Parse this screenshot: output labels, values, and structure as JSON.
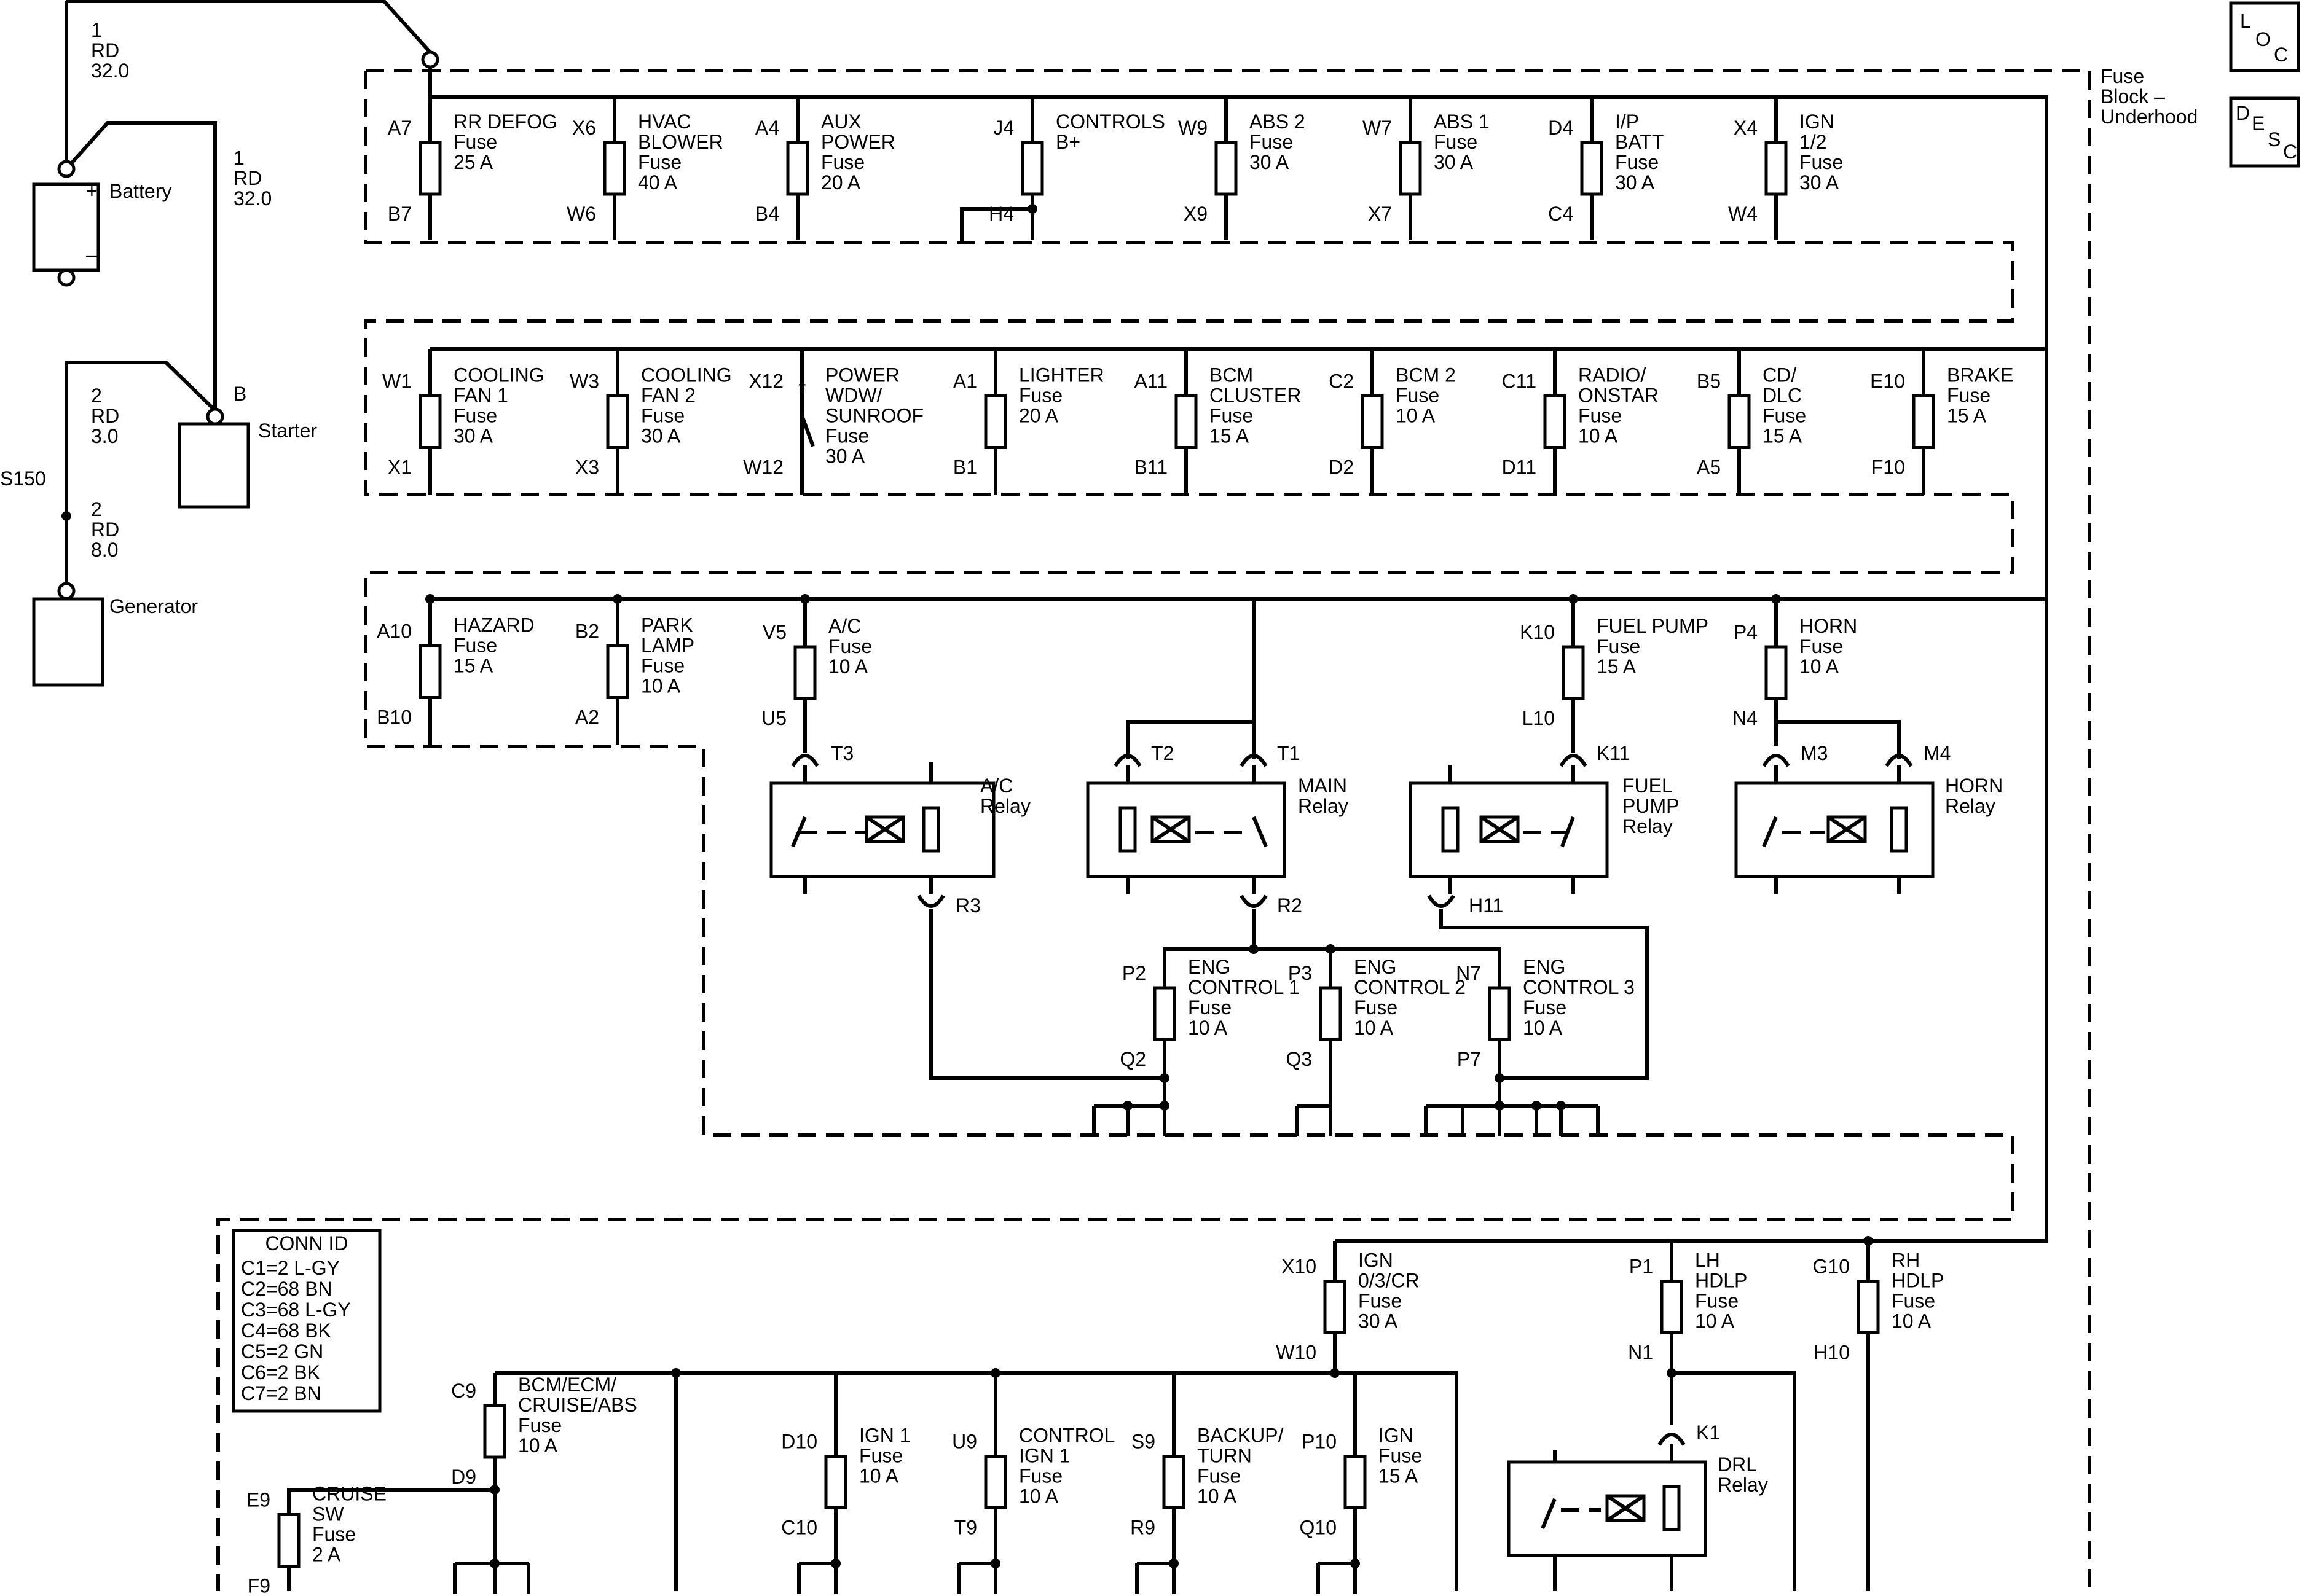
{
  "badges": {
    "loc": [
      "L",
      "O",
      "C"
    ],
    "desc": [
      "D",
      "E",
      "S",
      "C"
    ]
  },
  "block": {
    "title": [
      "Fuse",
      "Block –",
      "Underhood"
    ]
  },
  "wires": [
    {
      "id": "w-batt",
      "lines": [
        "1",
        "RD",
        "32.0"
      ]
    },
    {
      "id": "w-start",
      "lines": [
        "1",
        "RD",
        "32.0"
      ]
    },
    {
      "id": "w-s150a",
      "lines": [
        "2",
        "RD",
        "3.0"
      ]
    },
    {
      "id": "w-s150b",
      "lines": [
        "2",
        "RD",
        "8.0"
      ]
    }
  ],
  "components": {
    "battery": "Battery",
    "starter": "Starter",
    "starter_pin": "B",
    "generator": "Generator",
    "splice": "S150",
    "batt_plus": "+",
    "batt_minus": "–"
  },
  "fuses": [
    {
      "top": "A7",
      "bot": "B7",
      "lines": [
        "RR DEFOG",
        "Fuse",
        "25 A"
      ]
    },
    {
      "top": "X6",
      "bot": "W6",
      "lines": [
        "HVAC",
        "BLOWER",
        "Fuse",
        "40 A"
      ]
    },
    {
      "top": "A4",
      "bot": "B4",
      "lines": [
        "AUX",
        "POWER",
        "Fuse",
        "20 A"
      ]
    },
    {
      "top": "J4",
      "bot": "H4",
      "lines": [
        "CONTROLS",
        "B+"
      ]
    },
    {
      "top": "W9",
      "bot": "X9",
      "lines": [
        "ABS 2",
        "Fuse",
        "30 A"
      ]
    },
    {
      "top": "W7",
      "bot": "X7",
      "lines": [
        "ABS 1",
        "Fuse",
        "30 A"
      ]
    },
    {
      "top": "D4",
      "bot": "C4",
      "lines": [
        "I/P",
        "BATT",
        "Fuse",
        "30 A"
      ]
    },
    {
      "top": "X4",
      "bot": "W4",
      "lines": [
        "IGN",
        "1/2",
        "Fuse",
        "30 A"
      ]
    },
    {
      "top": "W1",
      "bot": "X1",
      "lines": [
        "COOLING",
        "FAN 1",
        "Fuse",
        "30 A"
      ]
    },
    {
      "top": "W3",
      "bot": "X3",
      "lines": [
        "COOLING",
        "FAN 2",
        "Fuse",
        "30 A"
      ]
    },
    {
      "top": "X12",
      "bot": "W12",
      "lines": [
        "POWER",
        "WDW/",
        "SUNROOF",
        "Fuse",
        "30 A"
      ]
    },
    {
      "top": "A1",
      "bot": "B1",
      "lines": [
        "LIGHTER",
        "Fuse",
        "20 A"
      ]
    },
    {
      "top": "A11",
      "bot": "B11",
      "lines": [
        "BCM",
        "CLUSTER",
        "Fuse",
        "15 A"
      ]
    },
    {
      "top": "C2",
      "bot": "D2",
      "lines": [
        "BCM 2",
        "Fuse",
        "10 A"
      ]
    },
    {
      "top": "C11",
      "bot": "D11",
      "lines": [
        "RADIO/",
        "ONSTAR",
        "Fuse",
        "10 A"
      ]
    },
    {
      "top": "B5",
      "bot": "A5",
      "lines": [
        "CD/",
        "DLC",
        "Fuse",
        "15 A"
      ]
    },
    {
      "top": "E10",
      "bot": "F10",
      "lines": [
        "BRAKE",
        "Fuse",
        "15 A"
      ]
    },
    {
      "top": "A10",
      "bot": "B10",
      "lines": [
        "HAZARD",
        "Fuse",
        "15 A"
      ]
    },
    {
      "top": "B2",
      "bot": "A2",
      "lines": [
        "PARK",
        "LAMP",
        "Fuse",
        "10 A"
      ]
    },
    {
      "top": "V5",
      "bot": "U5",
      "lines": [
        "A/C",
        "Fuse",
        "10 A"
      ]
    },
    {
      "top": "K10",
      "bot": "L10",
      "lines": [
        "FUEL PUMP",
        "Fuse",
        "15 A"
      ]
    },
    {
      "top": "P4",
      "bot": "N4",
      "lines": [
        "HORN",
        "Fuse",
        "10 A"
      ]
    },
    {
      "top": "P2",
      "bot": "Q2",
      "lines": [
        "ENG",
        "CONTROL 1",
        "Fuse",
        "10 A"
      ]
    },
    {
      "top": "P3",
      "bot": "Q3",
      "lines": [
        "ENG",
        "CONTROL 2",
        "Fuse",
        "10 A"
      ]
    },
    {
      "top": "N7",
      "bot": "P7",
      "lines": [
        "ENG",
        "CONTROL 3",
        "Fuse",
        "10 A"
      ]
    },
    {
      "top": "X10",
      "bot": "W10",
      "lines": [
        "IGN",
        "0/3/CR",
        "Fuse",
        "30 A"
      ]
    },
    {
      "top": "P1",
      "bot": "N1",
      "lines": [
        "LH",
        "HDLP",
        "Fuse",
        "10 A"
      ]
    },
    {
      "top": "G10",
      "bot": "H10",
      "lines": [
        "RH",
        "HDLP",
        "Fuse",
        "10 A"
      ]
    },
    {
      "top": "C9",
      "bot": "D9",
      "lines": [
        "BCM/ECM/",
        "CRUISE/ABS",
        "Fuse",
        "10 A"
      ]
    },
    {
      "top": "D10",
      "bot": "C10",
      "lines": [
        "IGN 1",
        "Fuse",
        "10 A"
      ]
    },
    {
      "top": "U9",
      "bot": "T9",
      "lines": [
        "CONTROL",
        "IGN 1",
        "Fuse",
        "10 A"
      ]
    },
    {
      "top": "S9",
      "bot": "R9",
      "lines": [
        "BACKUP/",
        "TURN",
        "Fuse",
        "10 A"
      ]
    },
    {
      "top": "P10",
      "bot": "Q10",
      "lines": [
        "IGN",
        "Fuse",
        "15 A"
      ]
    },
    {
      "top": "E9",
      "bot": "F9",
      "lines": [
        "CRUISE",
        "SW",
        "Fuse",
        "2 A"
      ]
    }
  ],
  "relays": [
    {
      "lines": [
        "A/C",
        "Relay"
      ],
      "pins": [
        "T3",
        "R3"
      ]
    },
    {
      "lines": [
        "MAIN",
        "Relay"
      ],
      "pins": [
        "T2",
        "T1",
        "R2"
      ]
    },
    {
      "lines": [
        "FUEL",
        "PUMP",
        "Relay"
      ],
      "pins": [
        "K11",
        "H11"
      ]
    },
    {
      "lines": [
        "HORN",
        "Relay"
      ],
      "pins": [
        "M3",
        "M4"
      ]
    },
    {
      "lines": [
        "DRL",
        "Relay"
      ],
      "pins": [
        "K1"
      ]
    }
  ],
  "conn_id": {
    "title": "CONN ID",
    "rows": [
      "C1=2 L-GY",
      "C2=68 BN",
      "C3=68 L-GY",
      "C4=68 BK",
      "C5=2 GN",
      "C6=2 BK",
      "C7=2 BN"
    ]
  }
}
